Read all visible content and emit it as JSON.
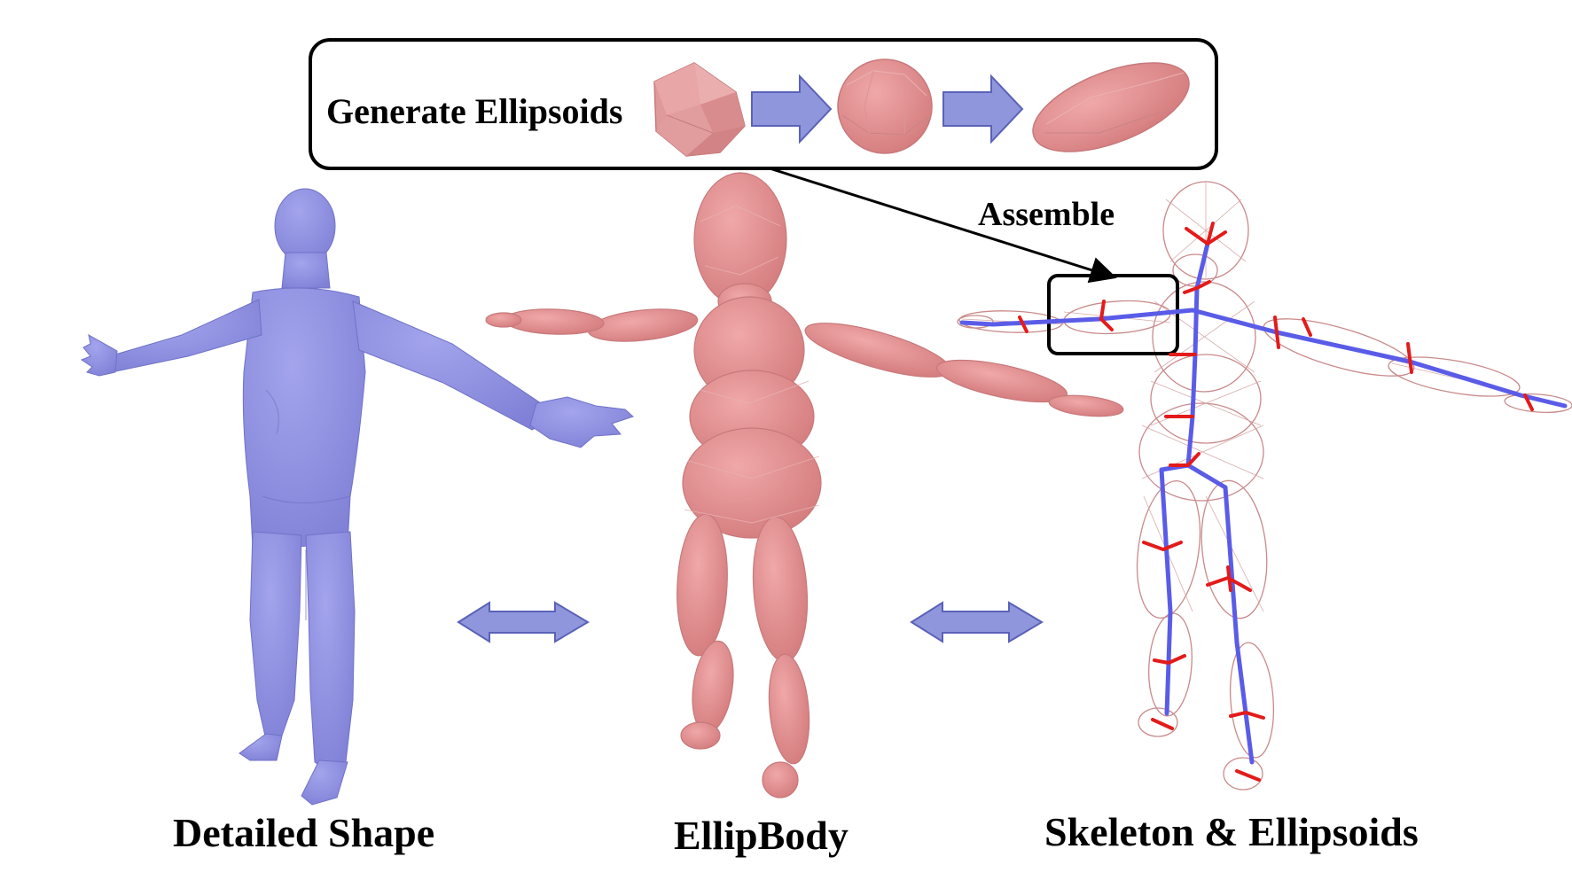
{
  "process_box": {
    "title": "Generate Ellipsoids"
  },
  "assemble_label": "Assemble",
  "captions": {
    "detailed_shape": "Detailed Shape",
    "ellipbody": "EllipBody",
    "skeleton_ellipsoids": "Skeleton & Ellipsoids"
  },
  "colors": {
    "detailed_body": "#8e8fe0",
    "ellip_body": "#df8e8f",
    "arrow_fill": "#8f96dc",
    "arrow_stroke": "#5a62b8",
    "wire": "#c98a8a",
    "skeleton_bone": "#5a5ce8",
    "joint_axis": "#e31b1b"
  },
  "icons": [
    "icosahedron-icon",
    "sphere-icon",
    "ellipsoid-icon"
  ]
}
